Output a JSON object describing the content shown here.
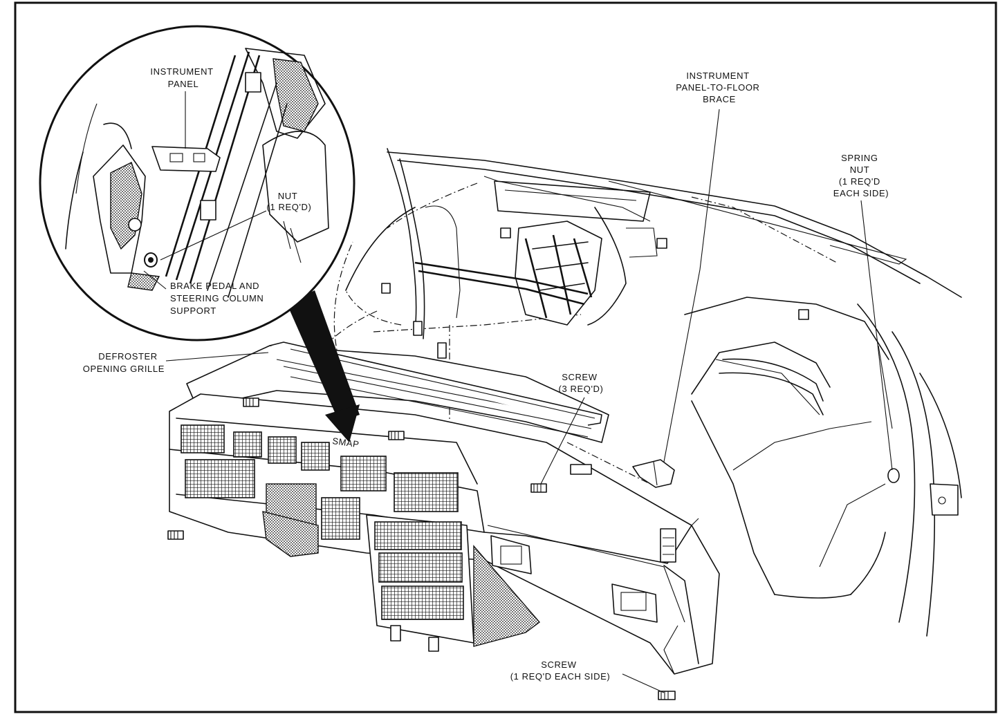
{
  "labels": {
    "instrument_panel": [
      "INSTRUMENT",
      "PANEL"
    ],
    "nut": [
      "NUT",
      "(1 REQ'D)"
    ],
    "brake_pedal_support": [
      "BRAKE PEDAL AND",
      "STEERING COLUMN",
      "SUPPORT"
    ],
    "defroster_grille": [
      "DEFROSTER",
      "OPENING GRILLE"
    ],
    "ip_floor_brace": [
      "INSTRUMENT",
      "PANEL-TO-FLOOR",
      "BRACE"
    ],
    "spring_nut": [
      "SPRING",
      "NUT",
      "(1 REQ'D",
      "EACH SIDE)"
    ],
    "screw_center": [
      "SCREW",
      "(3 REQ'D)"
    ],
    "screw_side": [
      "SCREW",
      "(1 REQ'D EACH SIDE)"
    ]
  },
  "panel_marking": "SMAP",
  "colors": {
    "ink": "#111111",
    "paper": "#ffffff"
  }
}
